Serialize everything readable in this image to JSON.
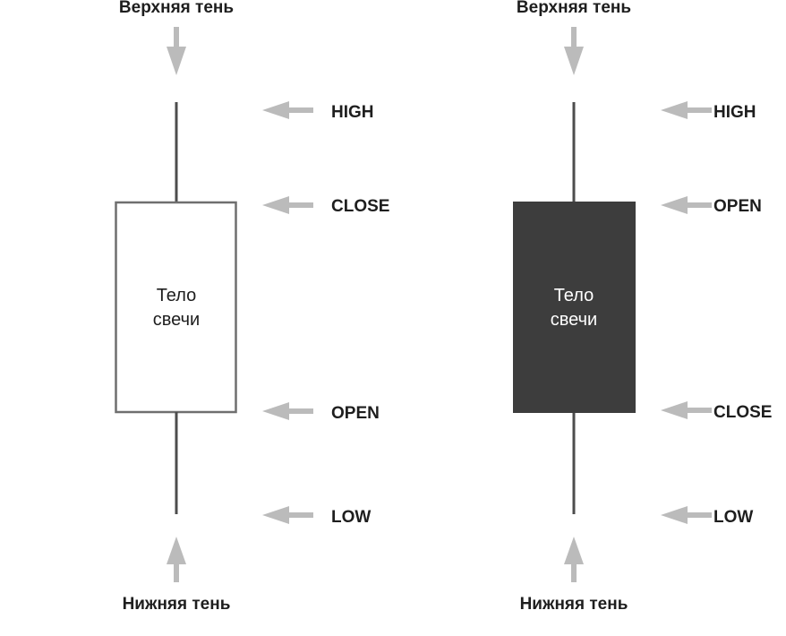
{
  "colors": {
    "background": "#ffffff",
    "wick": "#4d4d4d",
    "hollow_border": "#6f6f6f",
    "filled_body": "#3d3d3d",
    "arrow": "#bbbbbb",
    "text": "#1e1e1e",
    "body_text_light": "#ffffff"
  },
  "candles": [
    {
      "type": "bullish",
      "upper_shadow_label": "Верхняя тень",
      "lower_shadow_label": "Нижняя тень",
      "body_label_line1": "Тело",
      "body_label_line2": "свечи",
      "levels": {
        "high": "HIGH",
        "body_top": "CLOSE",
        "body_bottom": "OPEN",
        "low": "LOW"
      }
    },
    {
      "type": "bearish",
      "upper_shadow_label": "Верхняя тень",
      "lower_shadow_label": "Нижняя тень",
      "body_label_line1": "Тело",
      "body_label_line2": "свечи",
      "levels": {
        "high": "HIGH",
        "body_top": "OPEN",
        "body_bottom": "CLOSE",
        "low": "LOW"
      }
    }
  ]
}
